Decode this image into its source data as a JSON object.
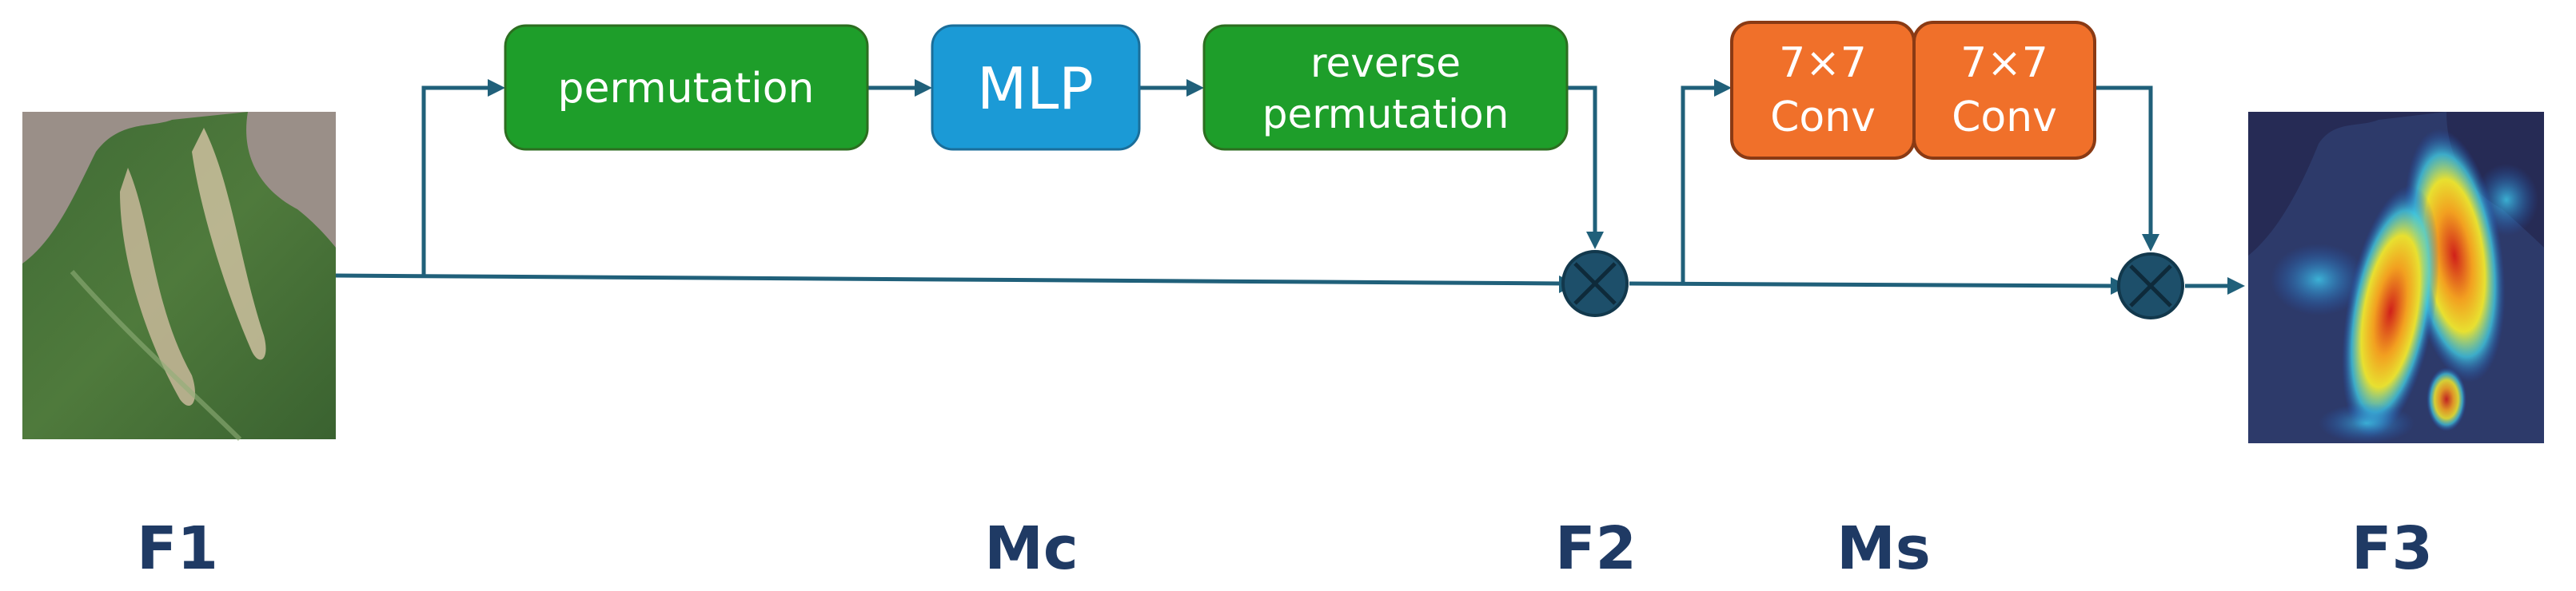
{
  "modules": {
    "permutation": "permutation",
    "mlp": "MLP",
    "reverse_line1": "reverse",
    "reverse_line2": "permutation",
    "conv1_line1": "7×7",
    "conv1_line2": "Conv",
    "conv2_line1": "7×7",
    "conv2_line2": "Conv"
  },
  "labels": {
    "f1": "F1",
    "mc": "Mc",
    "f2": "F2",
    "ms": "Ms",
    "f3": "F3"
  },
  "images": {
    "input": "corn-leaf-photo",
    "output": "attention-heatmap-overlay"
  },
  "colors": {
    "permutation": "#1e9e2a",
    "mlp": "#1b9ad6",
    "conv": "#f0702a",
    "connector": "#20607a",
    "multiply_node": "#1d4f6a",
    "label_text": "#1f3a64"
  }
}
